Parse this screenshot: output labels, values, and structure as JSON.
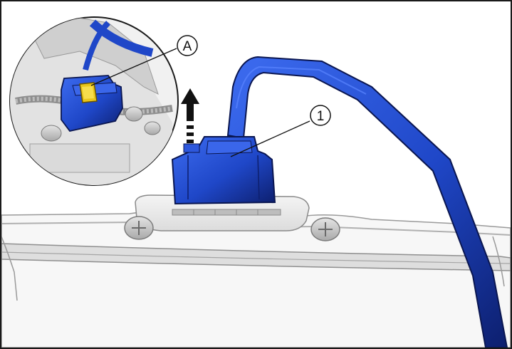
{
  "callouts": {
    "connector_number": "1",
    "lock_tab_letter": "A"
  },
  "colors": {
    "harness_blue": "#1f47c8",
    "harness_dark": "#0d1f6e",
    "lock_tab_yellow": "#e9c51a",
    "housing_gray": "#c9c9c9",
    "outline": "#1a1a1a"
  },
  "icons": {
    "direction_arrow": "up-arrow-icon",
    "detail_view": "magnifier-circle"
  }
}
